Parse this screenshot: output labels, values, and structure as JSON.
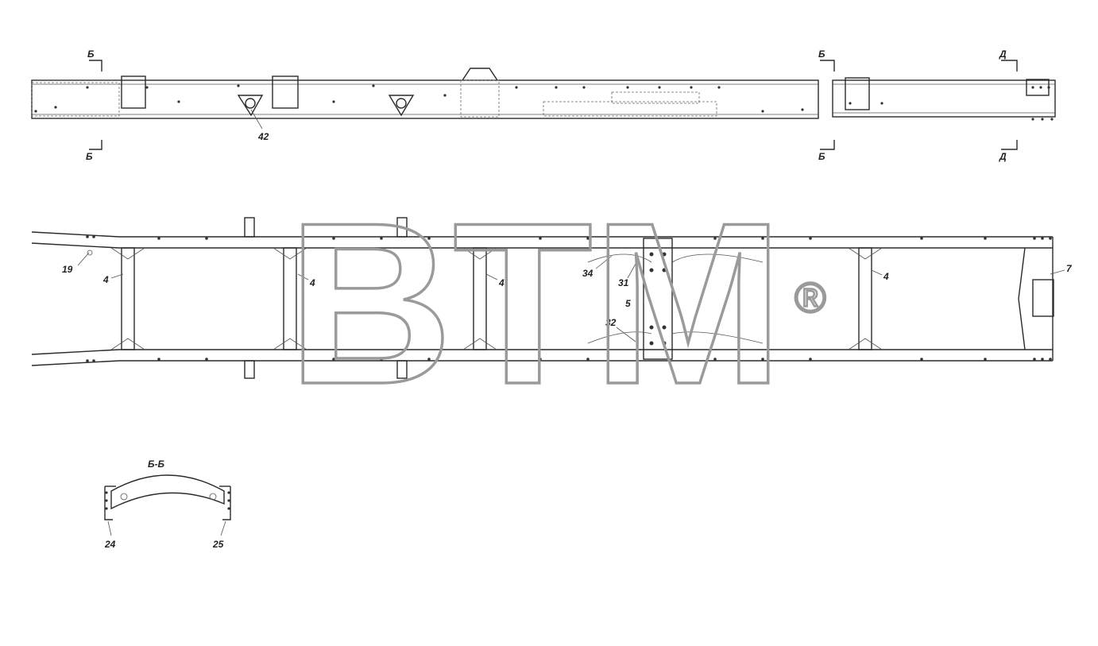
{
  "watermark": {
    "text": "BTM",
    "mark": "®"
  },
  "section_marks": {
    "b": "Б",
    "d": "Д"
  },
  "section_title": "Б-Б",
  "callouts": {
    "c42": "42",
    "c19": "19",
    "c4": "4",
    "c34": "34",
    "c31": "31",
    "c5": "5",
    "c32": "32",
    "c7": "7",
    "c24": "24",
    "c25": "25"
  },
  "colors": {
    "line": "#2a2a2a",
    "watermark": "#9a9a9a",
    "background": "#ffffff"
  }
}
